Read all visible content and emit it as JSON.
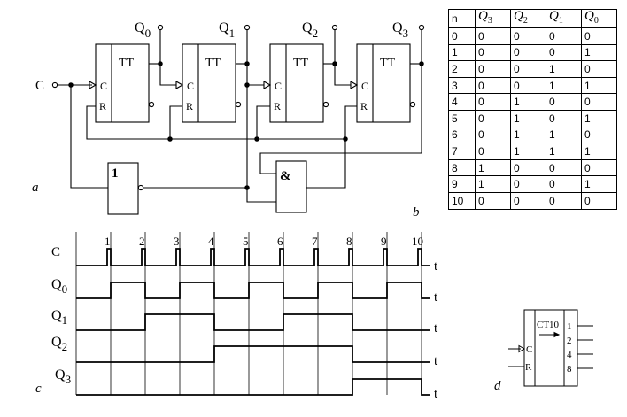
{
  "counter_circuit": {
    "clock_label": "C",
    "flip_flop_label": "TT",
    "clock_input_label": "C",
    "reset_input_label": "R",
    "outputs": [
      {
        "name": "Q",
        "index": "0"
      },
      {
        "name": "Q",
        "index": "1"
      },
      {
        "name": "Q",
        "index": "2"
      },
      {
        "name": "Q",
        "index": "3"
      }
    ],
    "or_gate_label": "1",
    "and_gate_label": "&",
    "sub_label_a": "a",
    "sub_label_b": "b"
  },
  "state_table": {
    "headers": [
      {
        "name": "n",
        "sub": ""
      },
      {
        "name": "Q",
        "sub": "3"
      },
      {
        "name": "Q",
        "sub": "2"
      },
      {
        "name": "Q",
        "sub": "1"
      },
      {
        "name": "Q",
        "sub": "0"
      }
    ],
    "rows": [
      [
        "0",
        "0",
        "0",
        "0",
        "0"
      ],
      [
        "1",
        "0",
        "0",
        "0",
        "1"
      ],
      [
        "2",
        "0",
        "0",
        "1",
        "0"
      ],
      [
        "3",
        "0",
        "0",
        "1",
        "1"
      ],
      [
        "4",
        "0",
        "1",
        "0",
        "0"
      ],
      [
        "5",
        "0",
        "1",
        "0",
        "1"
      ],
      [
        "6",
        "0",
        "1",
        "1",
        "0"
      ],
      [
        "7",
        "0",
        "1",
        "1",
        "1"
      ],
      [
        "8",
        "1",
        "0",
        "0",
        "0"
      ],
      [
        "9",
        "1",
        "0",
        "0",
        "1"
      ],
      [
        "10",
        "0",
        "0",
        "0",
        "0"
      ]
    ]
  },
  "timing": {
    "sub_label": "c",
    "time_label": "t",
    "pulse_numbers": [
      "1",
      "2",
      "3",
      "4",
      "5",
      "6",
      "7",
      "8",
      "9",
      "10"
    ],
    "signals": [
      {
        "name": "C",
        "index": ""
      },
      {
        "name": "Q",
        "index": "0",
        "levels": [
          0,
          1,
          0,
          1,
          0,
          1,
          0,
          1,
          0,
          1,
          0
        ]
      },
      {
        "name": "Q",
        "index": "1",
        "levels": [
          0,
          0,
          1,
          1,
          0,
          0,
          1,
          1,
          0,
          0,
          0
        ]
      },
      {
        "name": "Q",
        "index": "2",
        "levels": [
          0,
          0,
          0,
          0,
          1,
          1,
          1,
          1,
          0,
          0,
          0
        ]
      },
      {
        "name": "Q",
        "index": "3",
        "levels": [
          0,
          0,
          0,
          0,
          0,
          0,
          0,
          0,
          1,
          1,
          0
        ]
      }
    ]
  },
  "symbol": {
    "sub_label": "d",
    "title": "CT10",
    "clock_label": "C",
    "reset_label": "R",
    "outputs": [
      "1",
      "2",
      "4",
      "8"
    ]
  }
}
